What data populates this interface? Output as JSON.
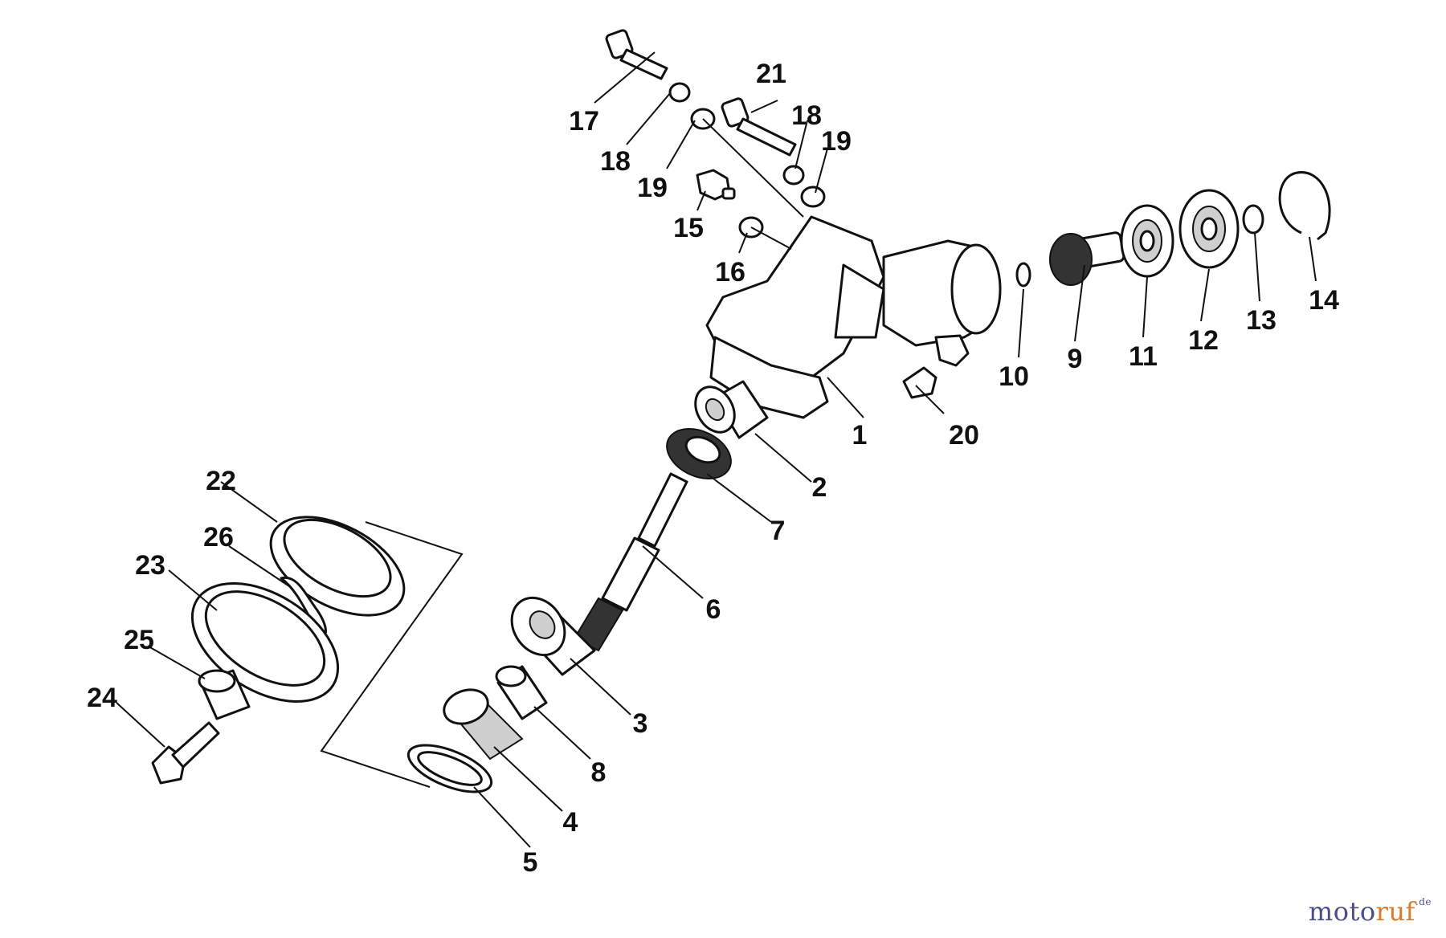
{
  "diagram": {
    "labels": [
      "1",
      "2",
      "3",
      "4",
      "5",
      "6",
      "7",
      "8",
      "9",
      "10",
      "11",
      "12",
      "13",
      "14",
      "15",
      "16",
      "17",
      "18",
      "18",
      "19",
      "19",
      "20",
      "21",
      "22",
      "23",
      "24",
      "25",
      "26"
    ]
  },
  "watermark": {
    "part1": "moto",
    "part2": "ruf",
    "part3": ".de"
  },
  "colors": {
    "line": "#111111",
    "background": "#ffffff",
    "brand_blue": "#4a4f8c",
    "brand_orange": "#d97b2a"
  }
}
